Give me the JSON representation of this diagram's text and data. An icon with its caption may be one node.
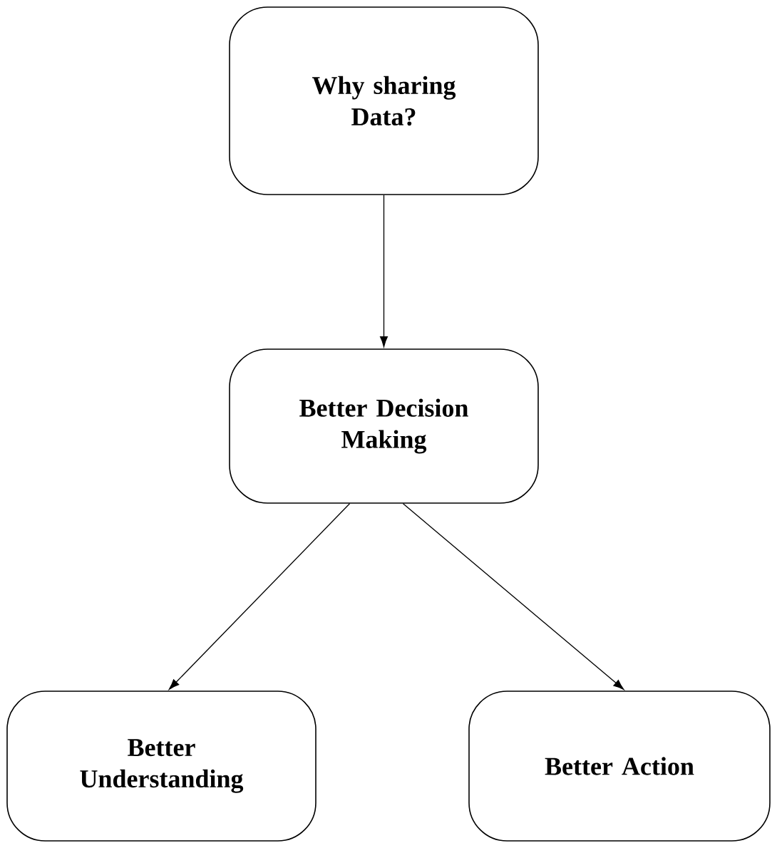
{
  "diagram": {
    "nodes": [
      {
        "text": [
          "Why sharing Data?"
        ]
      },
      {
        "text": [
          "Better Decision Making"
        ]
      },
      {
        "text": [
          "Better Understanding"
        ]
      },
      {
        "text": [
          "Better Action"
        ]
      }
    ],
    "edges": [
      {
        "from": 0,
        "to": 1,
        "arrow": "to"
      },
      {
        "from": 1,
        "to": 2,
        "arrow": "to"
      },
      {
        "from": 1,
        "to": 3,
        "arrow": "to"
      }
    ]
  }
}
